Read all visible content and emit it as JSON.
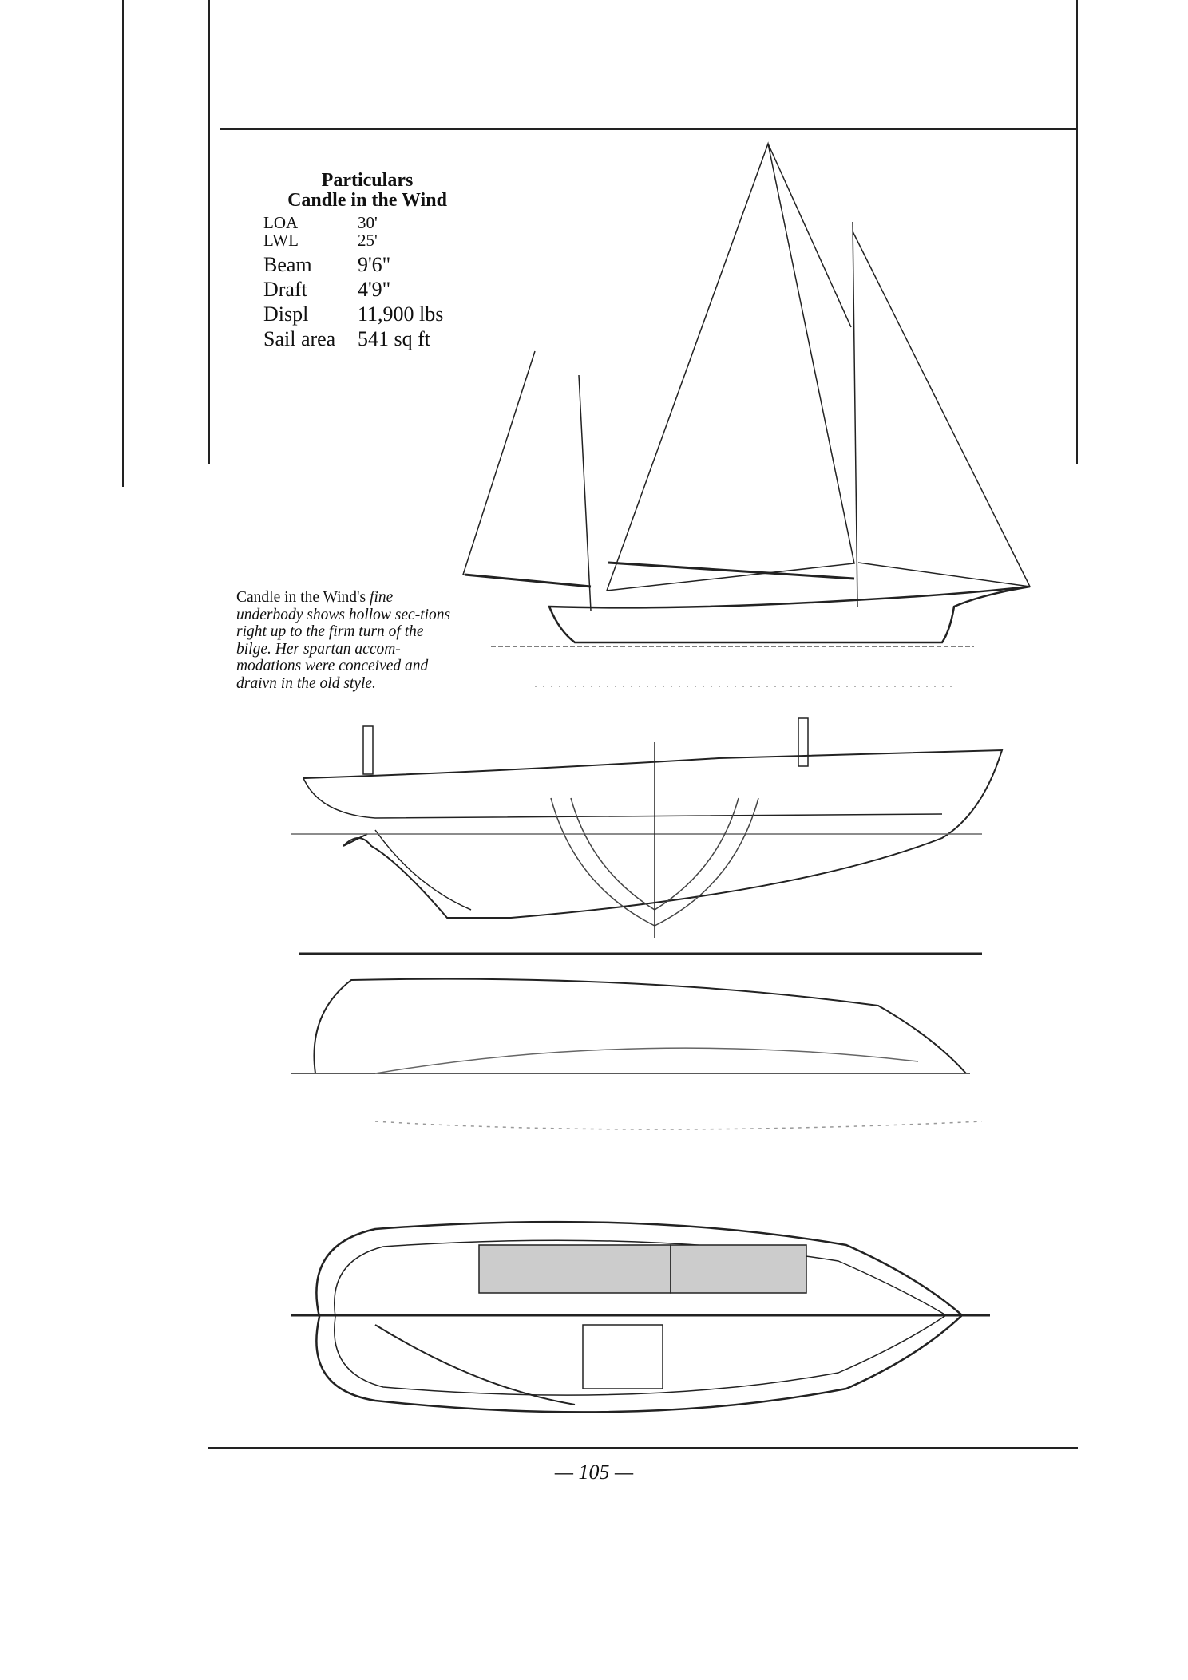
{
  "particulars": {
    "heading": "Particulars",
    "boat_name": "Candle in the Wind",
    "specs": [
      {
        "label": "LOA",
        "value": "30'"
      },
      {
        "label": "LWL",
        "value": "25'"
      },
      {
        "label": "Beam",
        "value": "9'6\""
      },
      {
        "label": "Draft",
        "value": "4'9\""
      },
      {
        "label": "Displ",
        "value": "11,900 lbs"
      },
      {
        "label": "Sail area",
        "value": "541 sq ft"
      }
    ]
  },
  "caption": {
    "lead": "Candle in the Wind's ",
    "italic": "fine underbody shows hollow sec-tions right up to the firm turn of the bilge. Her spartan accom-modations were conceived and draivn in the old style."
  },
  "footer": {
    "page_number": "— 105 —"
  }
}
